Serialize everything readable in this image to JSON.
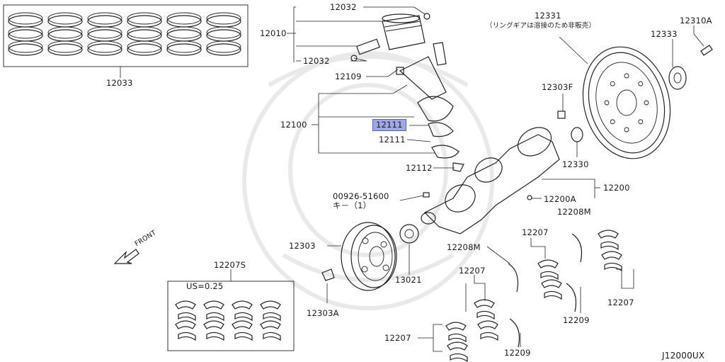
{
  "diagram": {
    "code": "J12000UX",
    "parts": {
      "p12033": "12033",
      "p12032_top": "12032",
      "p12010": "12010",
      "p12032_bottom": "12032",
      "p12109": "12109",
      "p12100": "12100",
      "p12111_highlight": "12111",
      "p12111": "12111",
      "p12112": "12112",
      "p00926": "00926-51600",
      "p00926_note": "キ－（1）",
      "p12331": "12331",
      "p12331_note": "（リングギアは溶接のため非販売）",
      "p12310A": "12310A",
      "p12333": "12333",
      "p12303F": "12303F",
      "p12330": "12330",
      "p12200": "12200",
      "p12200A": "12200A",
      "p12208M_top": "12208M",
      "p12207_mid": "12207",
      "p12208M_left": "12208M",
      "p12207_right": "12207",
      "p12207_low": "12207",
      "p12209_right": "12209",
      "p12207_bottom": "12207",
      "p12209_bottom": "12209",
      "p12303": "12303",
      "p13021": "13021",
      "p12303A": "12303A",
      "p12207S": "12207S",
      "us_note": "US=0.25",
      "front": "FRONT"
    }
  }
}
